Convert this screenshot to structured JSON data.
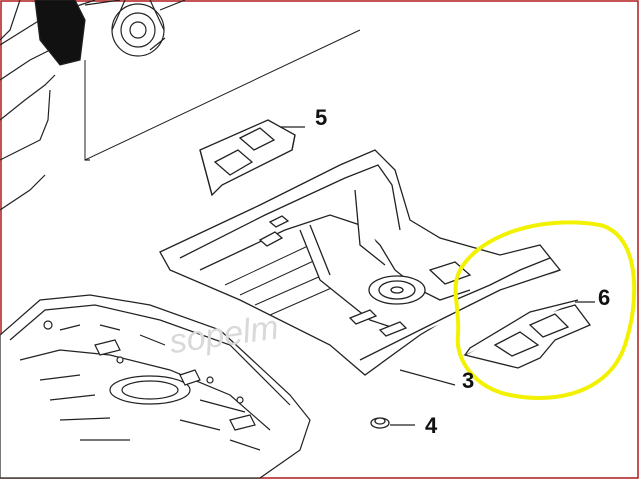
{
  "diagram": {
    "callouts": [
      {
        "label": "5",
        "part": "left-rear-floor-pan-patch"
      },
      {
        "label": "3",
        "part": "rear-floor-pan"
      },
      {
        "label": "4",
        "part": "rubber-plug"
      },
      {
        "label": "6",
        "part": "right-rear-floor-pan-patch"
      }
    ],
    "highlight": {
      "color": "#f2f200",
      "target": "6"
    },
    "colors": {
      "line": "#222222",
      "frame": "#b11a1a",
      "watermark": "#d9d9d9"
    }
  }
}
